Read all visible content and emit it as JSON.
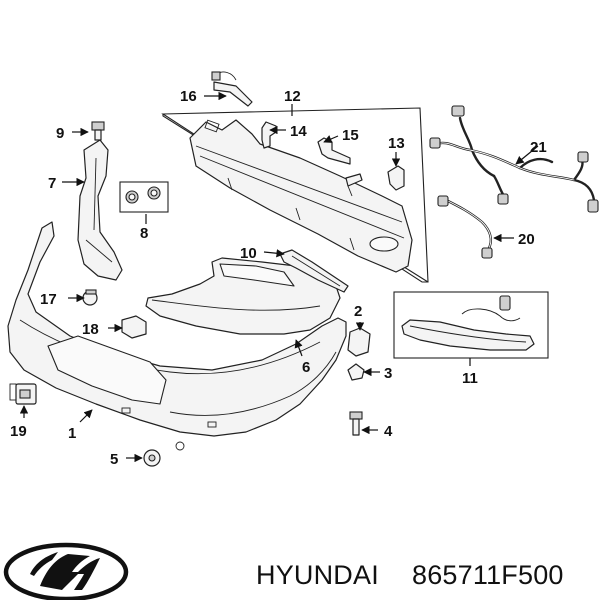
{
  "callouts": {
    "c1": "1",
    "c2": "2",
    "c3": "3",
    "c4": "4",
    "c5": "5",
    "c6": "6",
    "c7": "7",
    "c8": "8",
    "c9": "9",
    "c10": "10",
    "c11": "11",
    "c12": "12",
    "c13": "13",
    "c14": "14",
    "c15": "15",
    "c16": "16",
    "c17": "17",
    "c18": "18",
    "c19": "19",
    "c20": "20",
    "c21": "21"
  },
  "footer": {
    "brand": "HYUNDAI",
    "part_number": "865711F500",
    "logo_icon": "hyundai-logo"
  }
}
